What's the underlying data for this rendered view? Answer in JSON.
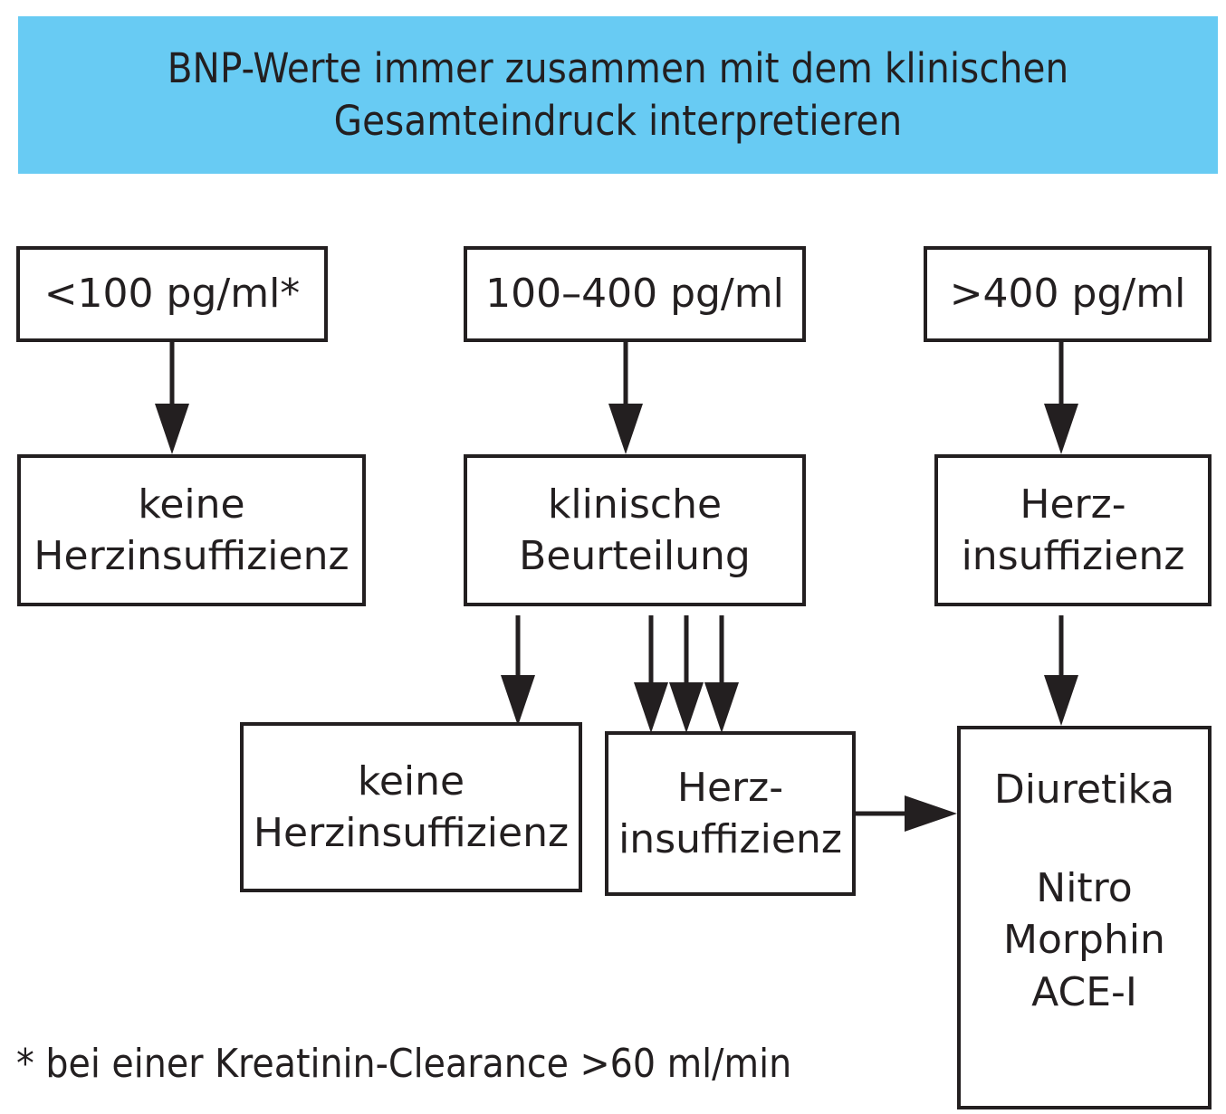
{
  "banner": {
    "background_color": "#68cbf3",
    "title_line1": "BNP-Werte immer zusammen mit dem klinischen",
    "title_line2": "Gesamteindruck interpretieren"
  },
  "colors": {
    "accent": "#68cbf3",
    "ink": "#231f20",
    "surface": "#ffffff"
  },
  "nodes": {
    "bnp_low": {
      "text": "<100 pg/ml*"
    },
    "bnp_mid": {
      "text": "100–400 pg/ml"
    },
    "bnp_high": {
      "text": ">400 pg/ml"
    },
    "no_hf_left": {
      "line1": "keine",
      "line2": "Herzinsuffizienz"
    },
    "clinical_eval": {
      "line1": "klinische",
      "line2": "Beurteilung"
    },
    "hf_right": {
      "line1": "Herz-",
      "line2": "insuffizienz"
    },
    "no_hf_mid": {
      "line1": "keine",
      "line2": "Herzinsuffizienz"
    },
    "hf_mid": {
      "line1": "Herz-",
      "line2": "insuffizienz"
    },
    "therapy": {
      "line1": "Diuretika",
      "line2": "Nitro",
      "line3": "Morphin",
      "line4": "ACE-I"
    }
  },
  "footnote": {
    "text": "* bei einer Kreatinin-Clearance >60 ml/min"
  },
  "chart_data": {
    "type": "diagram",
    "title": "BNP-Werte immer zusammen mit dem klinischen Gesamteindruck interpretieren",
    "nodes": [
      {
        "id": "bnp_low",
        "label": "<100 pg/ml*",
        "row": 1,
        "column": "left"
      },
      {
        "id": "bnp_mid",
        "label": "100–400 pg/ml",
        "row": 1,
        "column": "center"
      },
      {
        "id": "bnp_high",
        "label": ">400 pg/ml",
        "row": 1,
        "column": "right"
      },
      {
        "id": "no_hf_left",
        "label": "keine Herzinsuffizienz",
        "row": 2,
        "column": "left"
      },
      {
        "id": "clinical_eval",
        "label": "klinische Beurteilung",
        "row": 2,
        "column": "center"
      },
      {
        "id": "hf_right",
        "label": "Herz-insuffizienz",
        "row": 2,
        "column": "right"
      },
      {
        "id": "no_hf_mid",
        "label": "keine Herzinsuffizienz",
        "row": 3,
        "column": "center-left"
      },
      {
        "id": "hf_mid",
        "label": "Herz-insuffizienz",
        "row": 3,
        "column": "center-right"
      },
      {
        "id": "therapy",
        "label": "Diuretika Nitro Morphin ACE-I",
        "row": 3,
        "column": "right"
      }
    ],
    "edges": [
      {
        "from": "bnp_low",
        "to": "no_hf_left",
        "type": "arrow-down"
      },
      {
        "from": "bnp_mid",
        "to": "clinical_eval",
        "type": "arrow-down"
      },
      {
        "from": "bnp_high",
        "to": "hf_right",
        "type": "arrow-down"
      },
      {
        "from": "clinical_eval",
        "to": "no_hf_mid",
        "type": "arrow-down"
      },
      {
        "from": "clinical_eval",
        "to": "hf_mid",
        "type": "arrow-down"
      },
      {
        "from": "clinical_eval",
        "to": "hf_mid",
        "type": "arrow-down"
      },
      {
        "from": "clinical_eval",
        "to": "hf_mid",
        "type": "arrow-down"
      },
      {
        "from": "hf_right",
        "to": "therapy",
        "type": "arrow-down"
      },
      {
        "from": "hf_mid",
        "to": "therapy",
        "type": "arrow-right"
      }
    ],
    "footnote": "* bei einer Kreatinin-Clearance >60 ml/min"
  }
}
